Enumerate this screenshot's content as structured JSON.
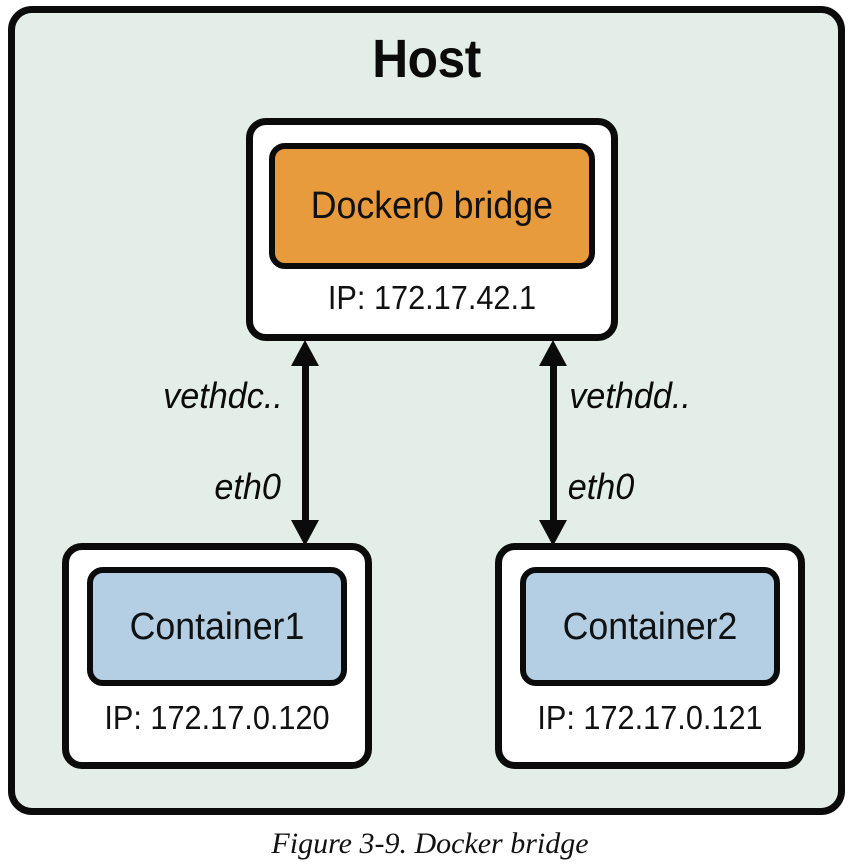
{
  "figure": {
    "caption": "Figure 3-9. Docker bridge",
    "colors": {
      "host_fill": "#e3eee8",
      "bridge_fill": "#e79b3c",
      "container_fill": "#b4cfe3",
      "stroke": "#0b0b0b",
      "card_fill": "#ffffff"
    }
  },
  "host": {
    "title": "Host"
  },
  "bridge": {
    "label": "Docker0 bridge",
    "ip": "IP: 172.17.42.1"
  },
  "containers": [
    {
      "label": "Container1",
      "ip": "IP: 172.17.0.120"
    },
    {
      "label": "Container2",
      "ip": "IP: 172.17.0.121"
    }
  ],
  "links": [
    {
      "host_interface": "vethdc..",
      "container_interface": "eth0",
      "from": "Docker0 bridge",
      "to": "Container1",
      "arrow": "double-headed"
    },
    {
      "host_interface": "vethdd..",
      "container_interface": "eth0",
      "from": "Docker0 bridge",
      "to": "Container2",
      "arrow": "double-headed"
    }
  ]
}
